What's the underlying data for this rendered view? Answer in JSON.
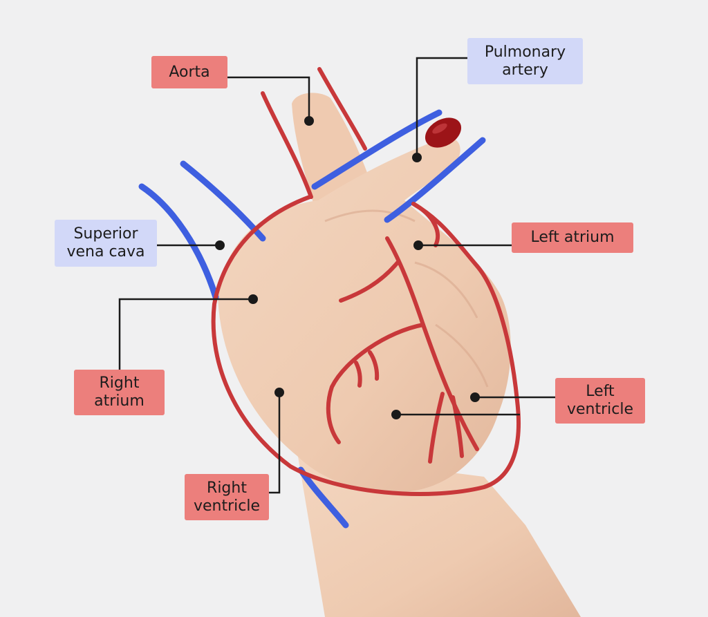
{
  "labels": {
    "aorta": "Aorta",
    "pulmonary_artery": "Pulmonary\nartery",
    "superior_vena_cava": "Superior\nvena cava",
    "left_atrium": "Left atrium",
    "right_atrium": "Right\natrium",
    "left_ventricle": "Left\nventricle",
    "right_ventricle": "Right\nventricle"
  },
  "colors": {
    "background": "#f0f0f1",
    "artery_red": "#c8383a",
    "vein_blue": "#3e5fe0",
    "red_label_bg": "#ec7f7c",
    "blue_label_bg": "#d2d8f8",
    "skin": "#efcdb5",
    "nail": "#9c1418",
    "leader_line": "#1a1a1a"
  }
}
